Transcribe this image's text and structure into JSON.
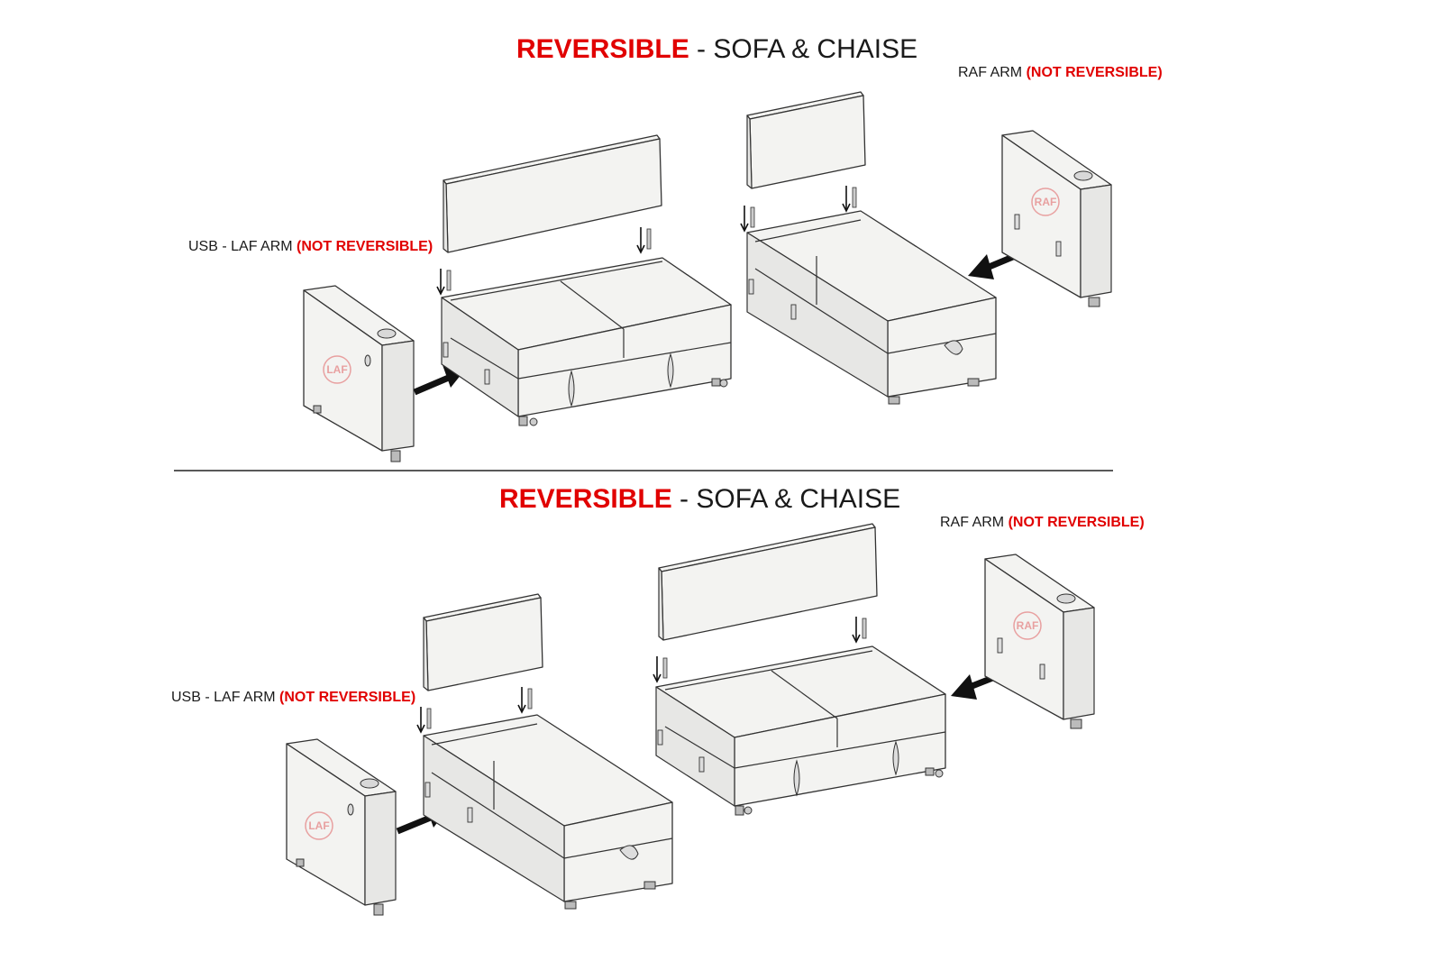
{
  "top": {
    "title_red": "REVERSIBLE",
    "title_rest": " - SOFA & CHAISE",
    "left_arm_label": "USB - LAF ARM ",
    "left_arm_note": "(NOT REVERSIBLE)",
    "right_arm_label": "RAF ARM ",
    "right_arm_note": "(NOT REVERSIBLE)",
    "left_mark": "LAF",
    "right_mark": "RAF"
  },
  "bottom": {
    "title_red": "REVERSIBLE",
    "title_rest": " - SOFA & CHAISE",
    "left_arm_label": "USB - LAF ARM ",
    "left_arm_note": "(NOT REVERSIBLE)",
    "right_arm_label": "RAF ARM ",
    "right_arm_note": "(NOT REVERSIBLE)",
    "left_mark": "LAF",
    "right_mark": "RAF"
  },
  "colors": {
    "accent_red": "#e10000",
    "line": "#333333",
    "mark_pink": "#e8a0a0"
  }
}
